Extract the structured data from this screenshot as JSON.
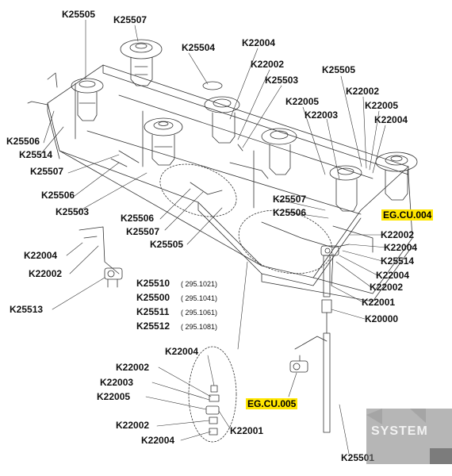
{
  "labels": {
    "top_k25505": "K25505",
    "top_k25507": "K25507",
    "top_k25504": "K25504",
    "top_k22004": "K22004",
    "top_k22002": "K22002",
    "top_k25503": "K25503",
    "r_k25505": "K25505",
    "r_k22002": "K22002",
    "r_k22005": "K22005",
    "r_k22004": "K22004",
    "m_k22005": "K22005",
    "m_k22003": "K22003",
    "l_k25506": "K25506",
    "l_k25514": "K25514",
    "l_k25507": "K25507",
    "l_k25506b": "K25506",
    "l_k25503": "K25503",
    "c_k25507": "K25507",
    "c_k25506": "K25506",
    "c_k25506b": "K25506",
    "c_k25507b": "K25507",
    "c_k25505": "K25505",
    "rr_k22002": "K22002",
    "rr_k22004": "K22004",
    "rr_k25514": "K25514",
    "rr_k22004b": "K22004",
    "rr_k22002b": "K22002",
    "rr_k22001": "K22001",
    "rr_k20000": "K20000",
    "ll_k22004": "K22004",
    "ll_k22002": "K22002",
    "ll_k25513": "K25513",
    "v_k25510": "K25510",
    "v_k25500": "K25500",
    "v_k25511": "K25511",
    "v_k25512": "K25512",
    "b_k22004": "K22004",
    "b_k22002": "K22002",
    "b_k22003": "K22003",
    "b_k22005": "K22005",
    "b_k22002b": "K22002",
    "b_k22004b": "K22004",
    "b_k22001": "K22001",
    "b_k25501": "K25501"
  },
  "codes": {
    "k25510": "( 295.1021)",
    "k25500": "( 295.1041)",
    "k25511": "( 295.1061)",
    "k25512": "( 295.1081)"
  },
  "highlights": {
    "cu004": "EG.CU.004",
    "cu005": "EG.CU.005"
  },
  "logo": {
    "text": "SYSTEM"
  },
  "colors": {
    "line": "#333333",
    "highlight": "#ffe600",
    "logo_bg": "#7a7a7a"
  }
}
